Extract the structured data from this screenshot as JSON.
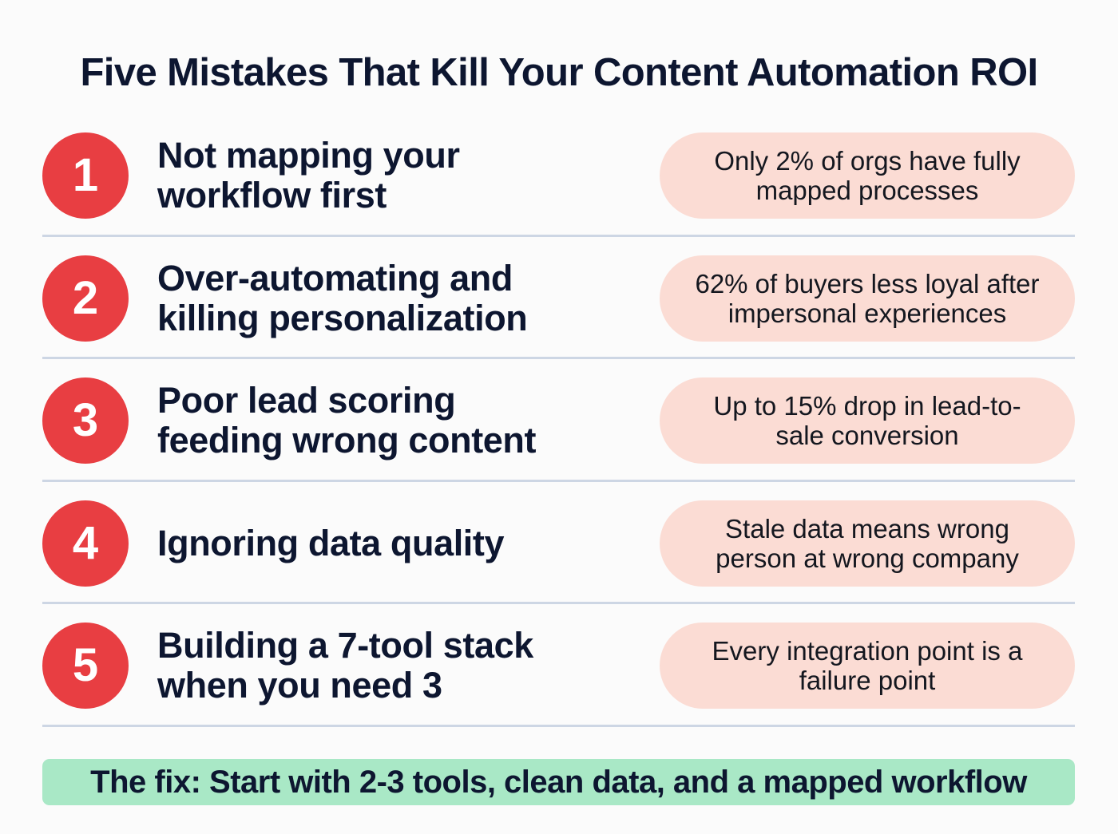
{
  "title": "Five Mistakes That Kill Your Content Automation ROI",
  "colors": {
    "badge": "#e83e42",
    "pill": "#fbdcd4",
    "fix_banner": "#a9e8c6",
    "divider": "#cdd6e4",
    "text": "#0d1630"
  },
  "mistakes": [
    {
      "number": "1",
      "title": "Not mapping your workflow first",
      "stat": "Only 2% of orgs have fully mapped processes"
    },
    {
      "number": "2",
      "title": "Over-automating and killing personalization",
      "stat": "62% of buyers less loyal after impersonal experiences"
    },
    {
      "number": "3",
      "title": "Poor lead scoring feeding wrong content",
      "stat": "Up to 15% drop in lead-to-sale conversion"
    },
    {
      "number": "4",
      "title": "Ignoring data quality",
      "stat": "Stale data means wrong person at wrong company"
    },
    {
      "number": "5",
      "title": "Building a 7-tool stack when you need 3",
      "stat": "Every integration point is a failure point"
    }
  ],
  "fix": "The fix: Start with 2-3 tools, clean data, and a mapped workflow"
}
